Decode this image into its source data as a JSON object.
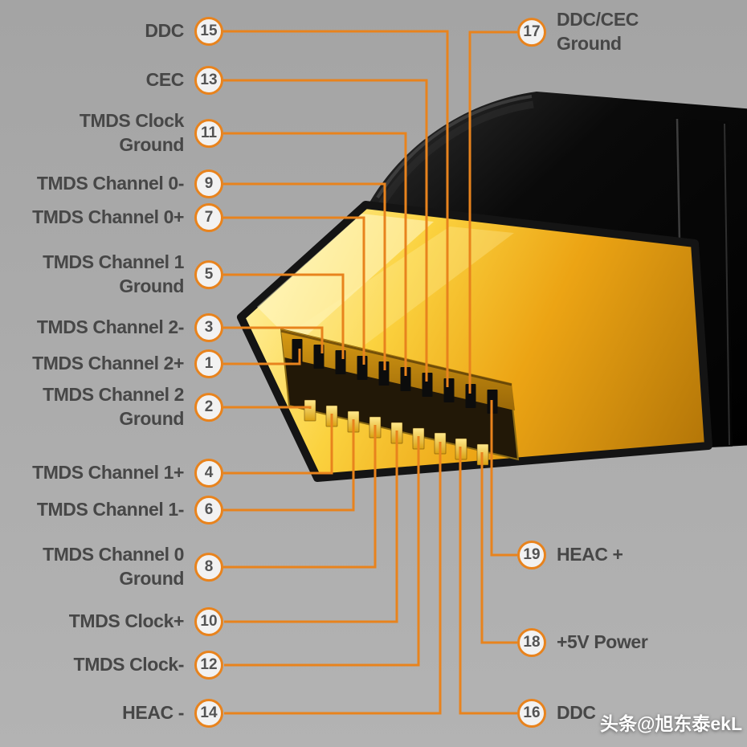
{
  "diagram": {
    "subject": "HDMI connector pinout",
    "watermark": "头条@旭东泰ekL",
    "colors": {
      "accent_orange": "#e8831d",
      "connector_gold": "#f2b01e",
      "background_gray": "#a8a8a8",
      "label_gray": "#474747"
    }
  },
  "callouts": [
    {
      "num": "15",
      "label": "DDC",
      "side": "left"
    },
    {
      "num": "13",
      "label": "CEC",
      "side": "left"
    },
    {
      "num": "11",
      "label": "TMDS Clock\nGround",
      "side": "left"
    },
    {
      "num": "9",
      "label": "TMDS Channel 0-",
      "side": "left"
    },
    {
      "num": "7",
      "label": "TMDS Channel 0+",
      "side": "left"
    },
    {
      "num": "5",
      "label": "TMDS Channel 1\nGround",
      "side": "left"
    },
    {
      "num": "3",
      "label": "TMDS Channel 2-",
      "side": "left"
    },
    {
      "num": "1",
      "label": "TMDS Channel 2+",
      "side": "left"
    },
    {
      "num": "2",
      "label": "TMDS Channel 2\nGround",
      "side": "left"
    },
    {
      "num": "4",
      "label": "TMDS Channel 1+",
      "side": "left"
    },
    {
      "num": "6",
      "label": "TMDS Channel 1-",
      "side": "left"
    },
    {
      "num": "8",
      "label": "TMDS Channel 0\nGround",
      "side": "left"
    },
    {
      "num": "10",
      "label": "TMDS Clock+",
      "side": "left"
    },
    {
      "num": "12",
      "label": "TMDS Clock-",
      "side": "left"
    },
    {
      "num": "14",
      "label": "HEAC -",
      "side": "left"
    },
    {
      "num": "17",
      "label": "DDC/CEC\nGround",
      "side": "right"
    },
    {
      "num": "19",
      "label": "HEAC +",
      "side": "right"
    },
    {
      "num": "18",
      "label": "+5V Power",
      "side": "right"
    },
    {
      "num": "16",
      "label": "DDC",
      "side": "right"
    }
  ]
}
